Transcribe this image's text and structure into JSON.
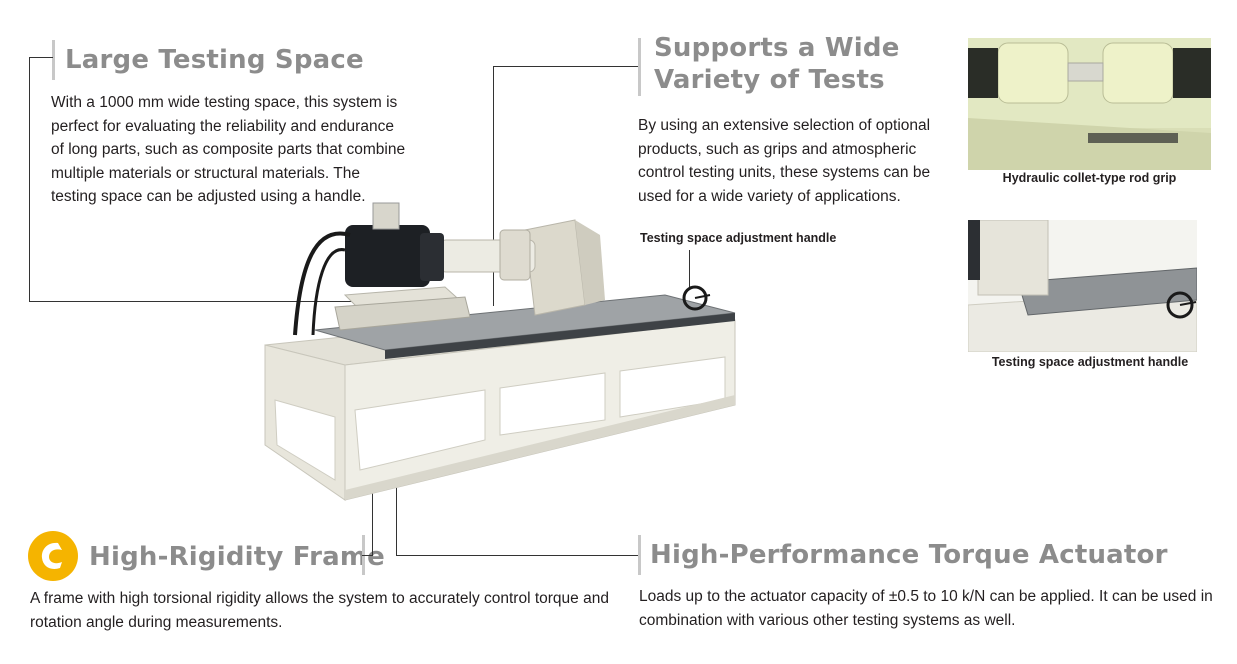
{
  "sections": {
    "large_space": {
      "title": "Large Testing Space",
      "body": "With a 1000 mm wide testing space, this system is perfect for evaluating the reliability and endurance of long parts, such as composite parts that combine multiple materials or structural materials. The testing space can be adjusted using a handle."
    },
    "variety": {
      "title_line1": "Supports a Wide",
      "title_line2": "Variety of Tests",
      "body": "By using an extensive selection of optional products, such as grips and atmospheric control testing units, these systems can be used for a wide variety of applications."
    },
    "rigidity": {
      "title": "High-Rigidity Frame",
      "body": "A frame with high torsional rigidity allows the system to accurately control torque and rotation angle during measurements."
    },
    "actuator": {
      "title": "High-Performance Torque Actuator",
      "body": "Loads up to the actuator capacity of ±0.5 to 10 k/N  can be applied. It can be used in combination with various other testing systems as well."
    }
  },
  "callouts": {
    "handle_label": "Testing space adjustment handle"
  },
  "photos": {
    "grip_caption": "Hydraulic collet-type rod grip",
    "handle_caption": "Testing space adjustment handle"
  },
  "colors": {
    "heading": "#8c8c8c",
    "accent_bar": "#c8c8c8",
    "badge": "#f5b400",
    "frame": "#ecebe3"
  }
}
